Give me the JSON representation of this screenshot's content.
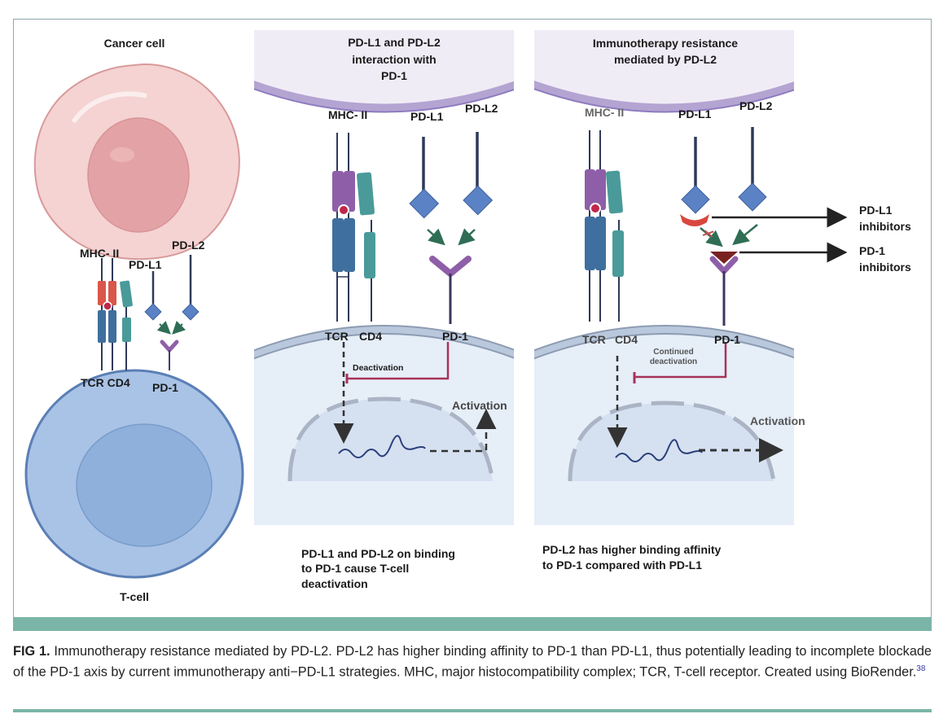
{
  "figure": {
    "panels": {
      "left": {
        "top_label": "Cancel cell",
        "bottom_label": "T-cell",
        "receptors": {
          "mhc": "MHC- II",
          "pdl1": "PD-L1",
          "pdl2": "PD-L2",
          "tcr_cd4": "TCR CD4",
          "pd1": "PD-1"
        }
      },
      "middle": {
        "title_lines": [
          "PD-L1 and PD-L2",
          "interaction with",
          "PD-1"
        ],
        "receptors": {
          "mhc": "MHC- II",
          "pdl1": "PD-L1",
          "pdl2": "PD-L2",
          "tcr": "TCR",
          "cd4": "CD4",
          "pd1": "PD-1"
        },
        "inhibit_label": "Deactivation",
        "activation_label": "Activation",
        "description_lines": [
          "PD-L1 and PD-L2 on binding",
          "to PD-1 cause T-cell",
          "deactivation"
        ]
      },
      "right": {
        "title_lines": [
          "Immunotherapy resistance",
          "mediated by PD-L2"
        ],
        "receptors": {
          "mhc": "MHC- II",
          "pdl1": "PD-L1",
          "pdl2": "PD-L2",
          "tcr": "TCR",
          "cd4": "CD4",
          "pd1": "PD-1"
        },
        "inhibit_label_lines": [
          "Continued",
          "deactivation"
        ],
        "activation_label": "Activation",
        "inhibitors": [
          {
            "lines": [
              "PD-L1",
              "inhibitors"
            ]
          },
          {
            "lines": [
              "PD-1",
              "inhibitors"
            ]
          }
        ],
        "description_lines": [
          "PD-L2  has higher binding affinity",
          "to PD-1 compared with PD-L1"
        ]
      }
    },
    "colors": {
      "accent_teal": "#7ab5a8",
      "cancer_cell": "#f2c9c9",
      "t_cell": "#a9c3e6",
      "pd_ligand": "#5b82c4",
      "pd1": "#8e5fa8",
      "mhc": "#8e5fa8",
      "tcr": "#3f6f9e",
      "cd4": "#4a9a9a",
      "inhibit": "#a8325a",
      "pdl1_inhibitor": "#d9473e",
      "pd1_inhibitor": "#7a2222"
    }
  },
  "caption": {
    "label": "FIG 1.",
    "text": " Immunotherapy resistance mediated by PD-L2. PD-L2 has higher binding affinity to PD-1 than PD-L1, thus potentially leading to incomplete blockade of the PD-1 axis by current immunotherapy anti−PD-L1 strategies. MHC, major histocompatibility complex; TCR, T-cell receptor. Created using BioRender.",
    "ref": "38"
  }
}
